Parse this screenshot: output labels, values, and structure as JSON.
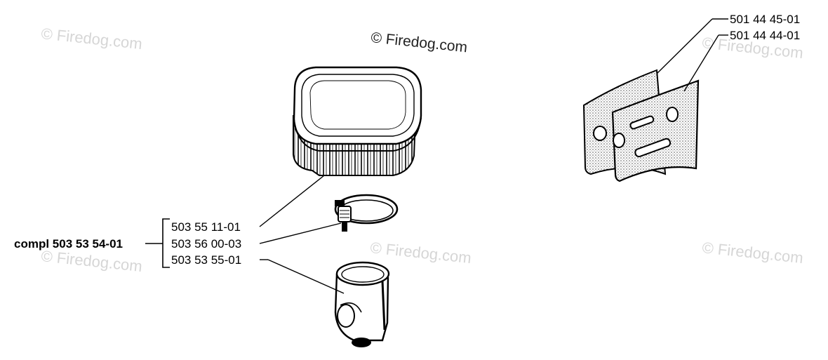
{
  "watermarks": {
    "main": "© Firedog.com",
    "faint": "© Firedog.com"
  },
  "assembly": {
    "label": "compl 503 53 54-01"
  },
  "parts": {
    "air_filter": "503 55 11-01",
    "hose_clamp": "503 56 00-03",
    "intake_elbow": "503 53 55-01",
    "guide_plate_outer": "501 44 45-01",
    "guide_plate_inner": "501 44 44-01"
  }
}
